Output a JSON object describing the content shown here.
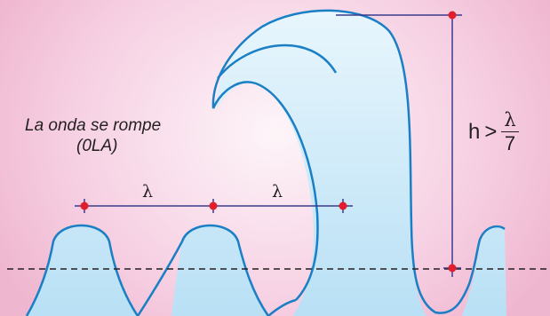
{
  "caption": {
    "line1": "La onda se rompe",
    "line2": "(0LA)"
  },
  "wavelength_symbol": "λ",
  "height_formula": {
    "lhs": "h",
    "operator": ">",
    "numerator": "λ",
    "denominator": "7"
  },
  "colors": {
    "wave_fill": "#bfe3f6",
    "wave_stroke": "#1a7fc4",
    "measure_line": "#3a3c8e",
    "marker": "#e21d2c",
    "dashed_line": "#231f20"
  }
}
